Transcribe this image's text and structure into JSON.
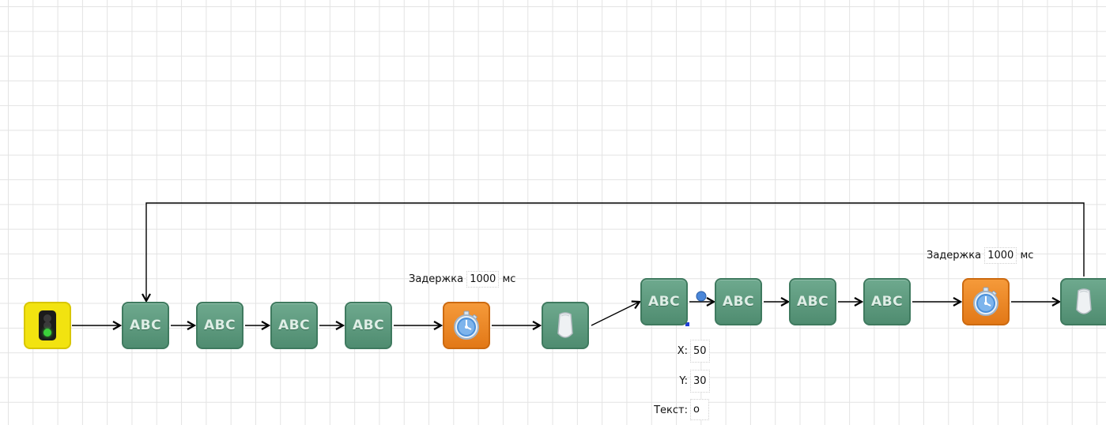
{
  "blocks": {
    "start": {
      "icon": "traffic-light-icon",
      "colors": {
        "fill": "#f2e310",
        "lamp_off": "#3a3a3a",
        "lamp_on": "#3bd13b"
      }
    },
    "abc_text": "ABC",
    "delay_icon": "stopwatch-icon",
    "mouse_icon": "mouse-icon"
  },
  "delay1": {
    "prefix": "Задержка",
    "value": "1000",
    "unit": "мс"
  },
  "delay2": {
    "prefix": "Задержка",
    "value": "1000",
    "unit": "мс"
  },
  "fields": {
    "x": {
      "label": "X:",
      "value": "50"
    },
    "y": {
      "label": "Y:",
      "value": "30"
    },
    "text": {
      "label": "Текст:",
      "value": "o"
    }
  },
  "colors": {
    "abc_fill": "#5c9a7e",
    "delay_fill": "#ef8a2a",
    "wire": "#000000",
    "grid": "#e3e3e3"
  }
}
